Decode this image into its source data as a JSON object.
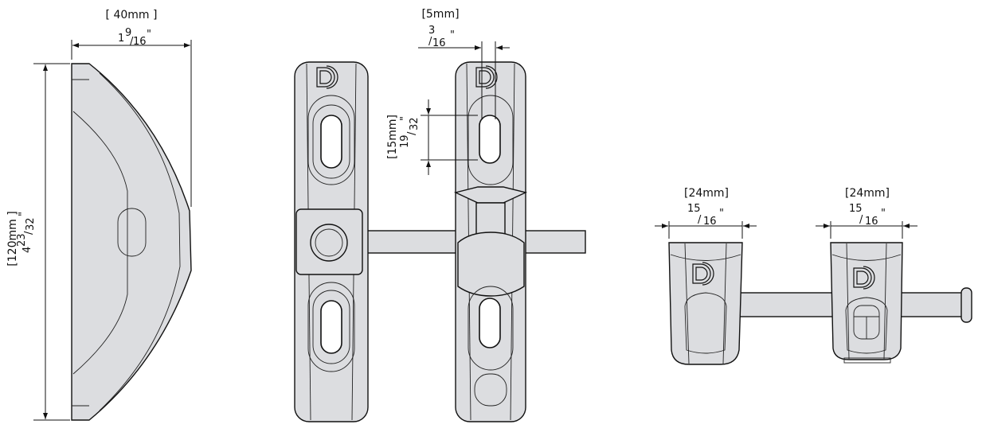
{
  "title": "Technical dimension drawing",
  "dimensions": {
    "depth": {
      "mm": "[ 40mm ]",
      "whole": "1",
      "num": "9",
      "den": "16",
      "unit": "\""
    },
    "height": {
      "mm": "[120mm ]",
      "whole": "4",
      "num": "23",
      "den": "32",
      "unit": "\""
    },
    "gap": {
      "mm": "[5mm]",
      "num": "3",
      "den": "16",
      "unit": "\""
    },
    "slot": {
      "mm": "[15mm]",
      "num": "19",
      "den": "32",
      "unit": "\""
    },
    "width_left": {
      "mm": "[24mm]",
      "num": "15",
      "den": "16",
      "unit": "\""
    },
    "width_right": {
      "mm": "[24mm]",
      "num": "15",
      "den": "16",
      "unit": "\""
    }
  },
  "colors": {
    "part_fill": "#dcdde0",
    "line": "#111111"
  }
}
